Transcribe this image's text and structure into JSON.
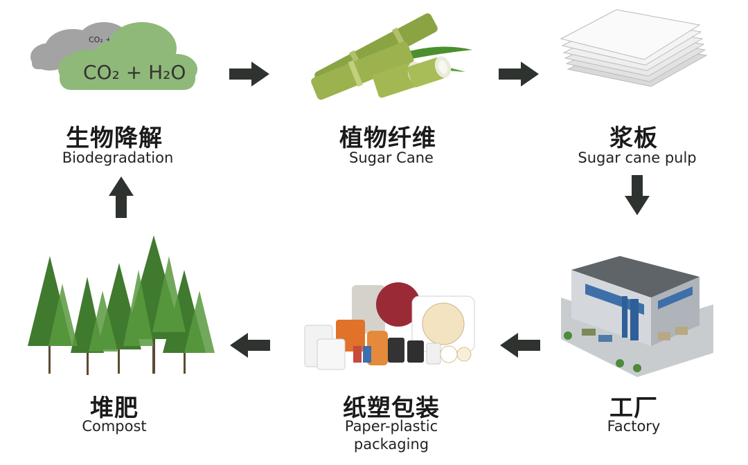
{
  "colors": {
    "arrow": "#2e3330",
    "cloud_green": "#8db776",
    "cloud_grey": "#9c9c9c",
    "cane_green": "#8fa84a",
    "tree_green": "#3f7a2e"
  },
  "stages": {
    "biodegradation": {
      "cn": "生物降解",
      "en": "Biodegradation",
      "formula_main": "CO₂ + H₂O",
      "formula_small": "CO₂ + H"
    },
    "sugar_cane": {
      "cn": "植物纤维",
      "en": "Sugar Cane"
    },
    "pulp": {
      "cn": "浆板",
      "en": "Sugar cane pulp"
    },
    "factory": {
      "cn": "工厂",
      "en": "Factory"
    },
    "packaging": {
      "cn": "纸塑包装",
      "en_line1": "Paper-plastic",
      "en_line2": "packaging"
    },
    "compost": {
      "cn": "堆肥",
      "en": "Compost"
    }
  },
  "icons": {
    "arrow_right": "arrow-right-icon",
    "arrow_down": "arrow-down-icon",
    "arrow_left": "arrow-left-icon",
    "arrow_up": "arrow-up-icon"
  }
}
